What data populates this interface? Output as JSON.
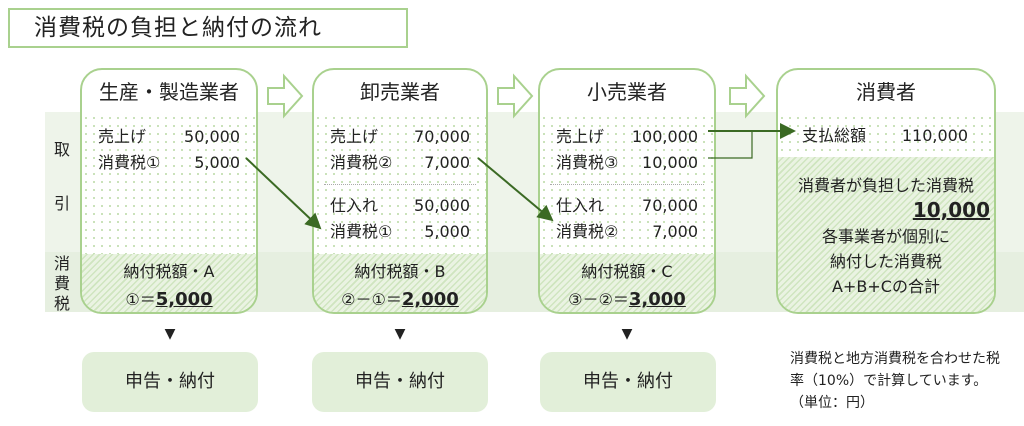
{
  "title": "消費税の負担と納付の流れ",
  "side_labels": {
    "transaction": [
      "取",
      "引"
    ],
    "tax": [
      "消",
      "費",
      "税"
    ]
  },
  "cards": [
    {
      "name": "生産・製造業者",
      "sales_label": "売上げ",
      "sales": "50,000",
      "tax_label": "消費税①",
      "tax": "5,000",
      "pay_title": "納付税額・A",
      "pay_formula": "①＝",
      "pay_amount": "5,000"
    },
    {
      "name": "卸売業者",
      "sales_label": "売上げ",
      "sales": "70,000",
      "tax_label": "消費税②",
      "tax": "7,000",
      "purchase_label": "仕入れ",
      "purchase": "50,000",
      "ptax_label": "消費税①",
      "ptax": "5,000",
      "pay_title": "納付税額・B",
      "pay_formula": "②－①＝",
      "pay_amount": "2,000"
    },
    {
      "name": "小売業者",
      "sales_label": "売上げ",
      "sales": "100,000",
      "tax_label": "消費税③",
      "tax": "10,000",
      "purchase_label": "仕入れ",
      "purchase": "70,000",
      "ptax_label": "消費税②",
      "ptax": "7,000",
      "pay_title": "納付税額・C",
      "pay_formula": "③－②＝",
      "pay_amount": "3,000"
    }
  ],
  "consumer": {
    "name": "消費者",
    "paid_label": "支払総額",
    "paid": "110,000",
    "burden_label": "消費者が負担した消費税",
    "burden": "10,000",
    "line1": "各事業者が個別に",
    "line2": "納付した消費税",
    "line3": "A+B+Cの合計"
  },
  "buttons": [
    "申告・納付",
    "申告・納付",
    "申告・納付"
  ],
  "triangle": "▼",
  "note": "消費税と地方消費税を合わせた税率（10%）で計算しています。（単位：円）",
  "colors": {
    "border": "#a9d18e",
    "arrow": "#3b6a24",
    "button": "#e2efd9"
  }
}
